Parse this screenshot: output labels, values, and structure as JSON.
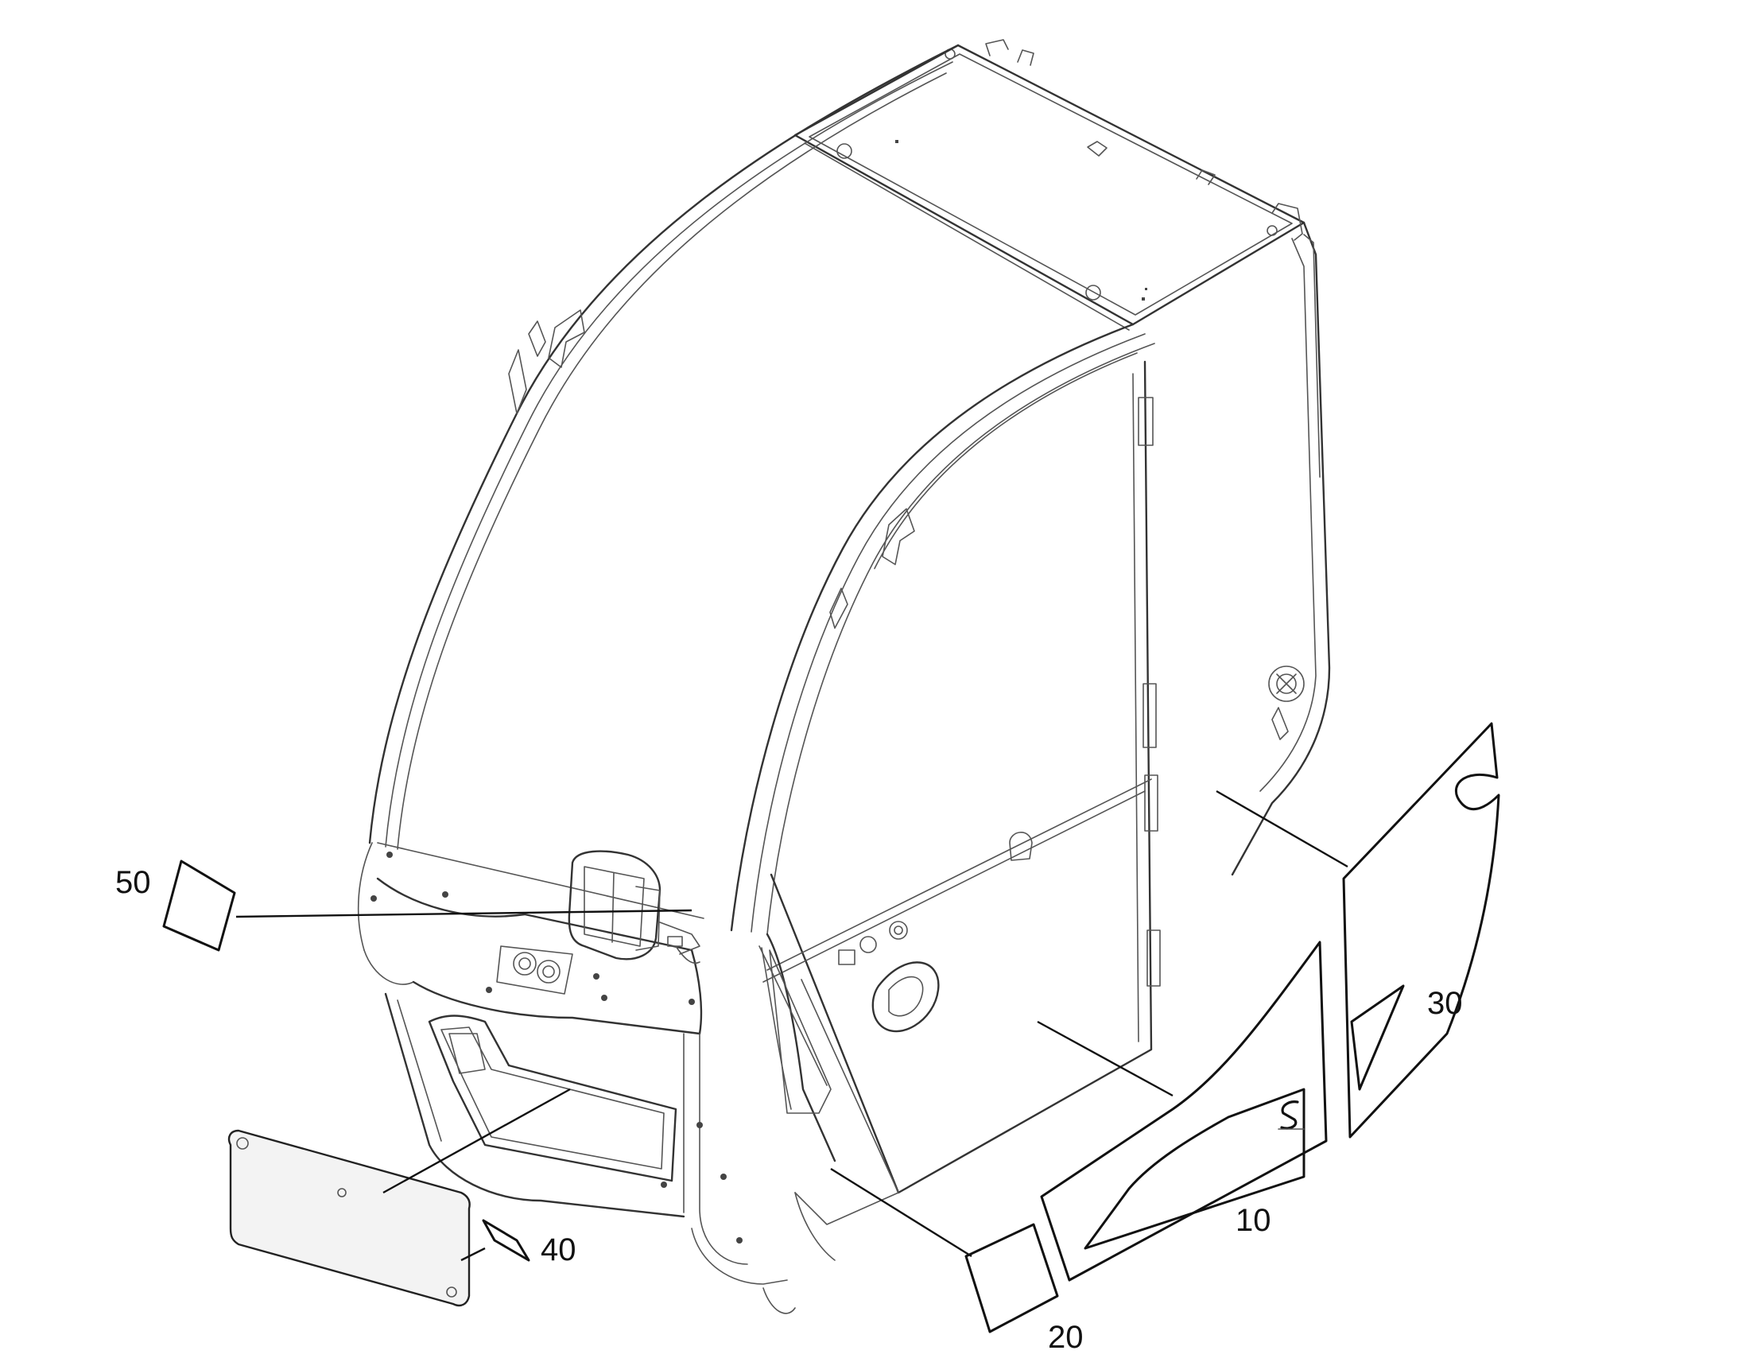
{
  "callouts": [
    {
      "id": "c10",
      "number": "10"
    },
    {
      "id": "c20",
      "number": "20"
    },
    {
      "id": "c30",
      "number": "30"
    },
    {
      "id": "c40",
      "number": "40"
    },
    {
      "id": "c50",
      "number": "50"
    }
  ]
}
